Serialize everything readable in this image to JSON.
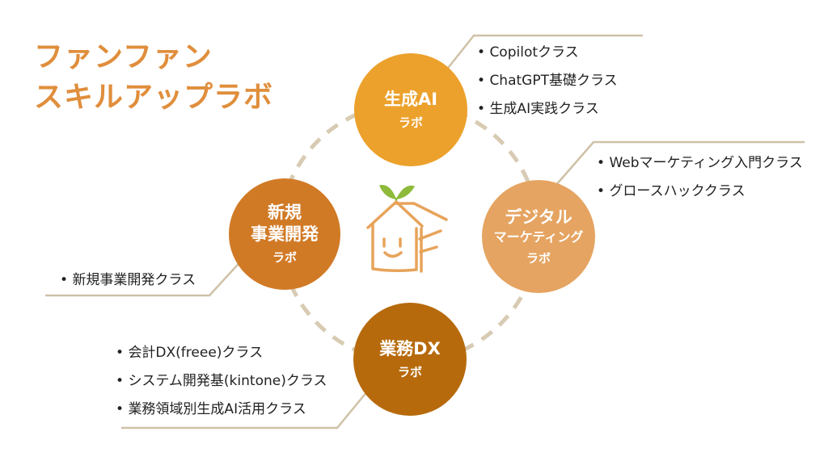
{
  "title": {
    "line1": "ファンファン",
    "line2": "スキルアップラボ"
  },
  "colors": {
    "title": "#E08E3C",
    "ring": "#D8CBB3",
    "connector": "#CFC1A6",
    "genai": "#ECA12C",
    "marketing": "#E5A461",
    "dx": "#B76A0C",
    "newbiz": "#D17A26"
  },
  "labs": {
    "genai": {
      "name": "生成AI",
      "sub": "ラボ",
      "classes": [
        "Copilotクラス",
        "ChatGPT基礎クラス",
        "生成AI実践クラス"
      ]
    },
    "marketing": {
      "name_line1": "デジタル",
      "name_line2": "マーケティング",
      "sub": "ラボ",
      "classes": [
        "Webマーケティング入門クラス",
        "グロースハッククラス"
      ]
    },
    "dx": {
      "name": "業務DX",
      "sub": "ラボ",
      "classes": [
        "会計DX(freee)クラス",
        "システム開発基(kintone)クラス",
        "業務領域別生成AI活用クラス"
      ]
    },
    "newbiz": {
      "name_line1": "新規",
      "name_line2": "事業開発",
      "sub": "ラボ",
      "classes": [
        "新規事業開発クラス"
      ]
    }
  },
  "center_icon": "house-face-icon"
}
